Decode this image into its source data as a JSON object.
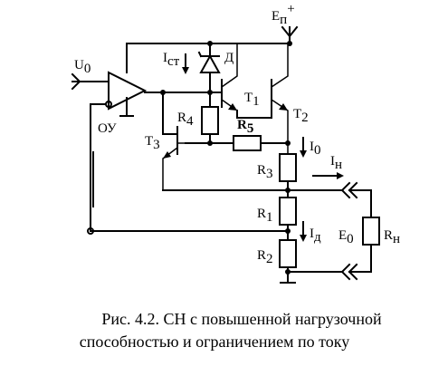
{
  "labels": {
    "supply": "E",
    "supply_sub": "п",
    "supply_sup": "+",
    "input": "U",
    "input_sub": "0",
    "opamp": "ОУ",
    "i_st": "I",
    "i_st_sub": "ст",
    "diode": "Д",
    "t1": "T",
    "t1_sub": "1",
    "t2": "T",
    "t2_sub": "2",
    "t3": "T",
    "t3_sub": "3",
    "r4": "R",
    "r4_sub": "4",
    "r5": "R",
    "r5_sub": "5",
    "i0": "I",
    "i0_sub": "0",
    "i_load": "I",
    "i_load_sub": "н",
    "r3": "R",
    "r3_sub": "3",
    "r1": "R",
    "r1_sub": "1",
    "i_div": "I",
    "i_div_sub": "д",
    "r2": "R",
    "r2_sub": "2",
    "e0": "E",
    "e0_sub": "0",
    "r_load": "R",
    "r_load_sub": "н"
  },
  "caption": {
    "line1": "Рис. 4.2. СН с повышенной нагрузочной",
    "line2": "способностью и ограничением по току"
  }
}
